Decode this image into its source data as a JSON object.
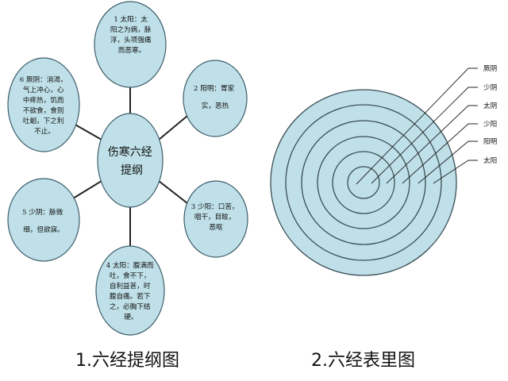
{
  "left_diagram": {
    "center": {
      "lines": [
        "伤寒六经",
        "提纲"
      ]
    },
    "nodes": [
      {
        "id": "taiyang",
        "lines": [
          "1 太阳：太",
          "阳之为病，脉",
          "浮，头项强痛",
          "而恶寒。"
        ]
      },
      {
        "id": "yangming",
        "lines": [
          "2 阳明：胃家",
          "实，恶热"
        ]
      },
      {
        "id": "shaoyang",
        "lines": [
          "3 少阳：口苦，",
          "咽干，目眩，",
          "恶呕"
        ]
      },
      {
        "id": "taiyin",
        "lines": [
          "4 太阳：腹满而",
          "吐，食不下，",
          "自利益甚，时",
          "腹自痛。若下",
          "之，必胸下结",
          "硬。"
        ]
      },
      {
        "id": "shaoyin",
        "lines": [
          "5 少阴：脉微",
          "细，但欲寐。"
        ]
      },
      {
        "id": "jueyin",
        "lines": [
          "6 厥阴：消渴，",
          "气上冲心，心",
          "中疼热，饥而",
          "不欲食，食则",
          "吐蛔，下之利",
          "不止。"
        ]
      }
    ]
  },
  "right_diagram": {
    "legend": [
      "厥阴",
      "少阴",
      "太阴",
      "少阳",
      "阳明",
      "太阳"
    ]
  },
  "captions": {
    "left": "1.六经提纲图",
    "right": "2.六经表里图"
  },
  "colors": {
    "ellipse_fill": "#bfe0e8",
    "ellipse_stroke": "#3d5e6a",
    "ring_fill": "#bfe0e8",
    "ring_stroke": "#3a4e55",
    "line": "#222222"
  }
}
